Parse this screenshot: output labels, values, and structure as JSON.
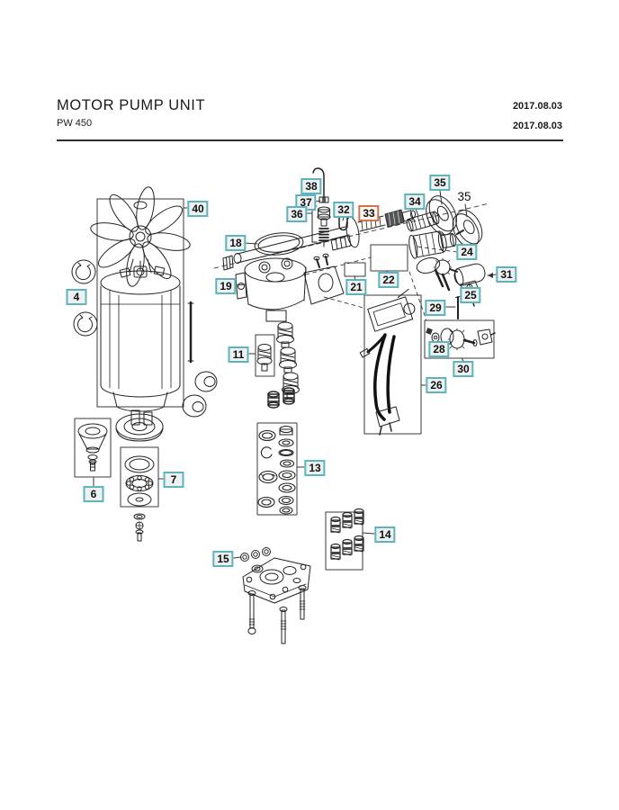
{
  "header": {
    "title": "MOTOR PUMP UNIT",
    "model": "PW 450",
    "date_top": "2017.08.03",
    "date_bottom": "2017.08.03"
  },
  "colors": {
    "callout_border": "#5fb3bb",
    "callout_fill": "#edf1f1",
    "highlight_border": "#cf7350",
    "line_art": "#222222",
    "divider": "#2e2e2e"
  },
  "diagram": {
    "type": "exploded-parts-diagram",
    "highlighted_part": "33",
    "callouts": [
      {
        "n": "40",
        "highlighted": false
      },
      {
        "n": "4",
        "highlighted": false
      },
      {
        "n": "18",
        "highlighted": false
      },
      {
        "n": "19",
        "highlighted": false
      },
      {
        "n": "38",
        "highlighted": false
      },
      {
        "n": "37",
        "highlighted": false
      },
      {
        "n": "36",
        "highlighted": false
      },
      {
        "n": "32",
        "highlighted": false
      },
      {
        "n": "33",
        "highlighted": true
      },
      {
        "n": "34",
        "highlighted": false
      },
      {
        "n": "35",
        "highlighted": false
      },
      {
        "n": "35",
        "highlighted": false
      },
      {
        "n": "21",
        "highlighted": false
      },
      {
        "n": "22",
        "highlighted": false
      },
      {
        "n": "24",
        "highlighted": false
      },
      {
        "n": "31",
        "highlighted": false
      },
      {
        "n": "25",
        "highlighted": false
      },
      {
        "n": "29",
        "highlighted": false
      },
      {
        "n": "28",
        "highlighted": false
      },
      {
        "n": "30",
        "highlighted": false
      },
      {
        "n": "26",
        "highlighted": false
      },
      {
        "n": "11",
        "highlighted": false
      },
      {
        "n": "13",
        "highlighted": false
      },
      {
        "n": "14",
        "highlighted": false
      },
      {
        "n": "15",
        "highlighted": false
      },
      {
        "n": "6",
        "highlighted": false
      },
      {
        "n": "7",
        "highlighted": false
      }
    ]
  }
}
